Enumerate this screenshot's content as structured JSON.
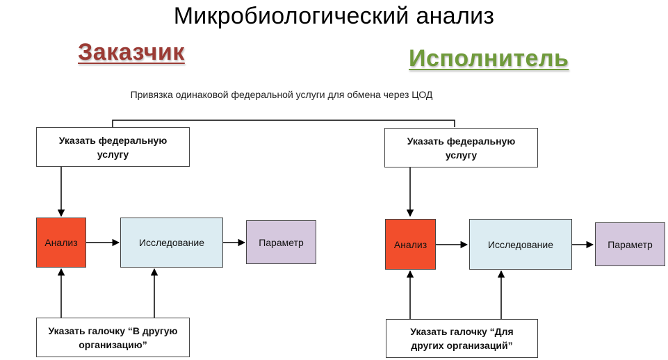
{
  "title": "Микробиологический анализ",
  "customer": {
    "heading": "Заказчик",
    "federal_service": "Указать федеральную услугу",
    "analysis": "Анализ",
    "research": "Исследование",
    "parameter": "Параметр",
    "checkbox": "Указать галочку “В другую организацию”"
  },
  "executor": {
    "heading": "Исполнитель",
    "federal_service": "Указать федеральную услугу",
    "analysis": "Анализ",
    "research": "Исследование",
    "parameter": "Параметр",
    "checkbox": "Указать галочку “Для других организаций”"
  },
  "binding_note": "Привязка одинаковой федеральной услуги для обмена через ЦОД",
  "colors": {
    "analysis": "#f24e2c",
    "research": "#dcecf2",
    "parameter": "#d5c8de",
    "customer_heading": "#9b3b35",
    "executor_heading": "#6f9a3b"
  }
}
